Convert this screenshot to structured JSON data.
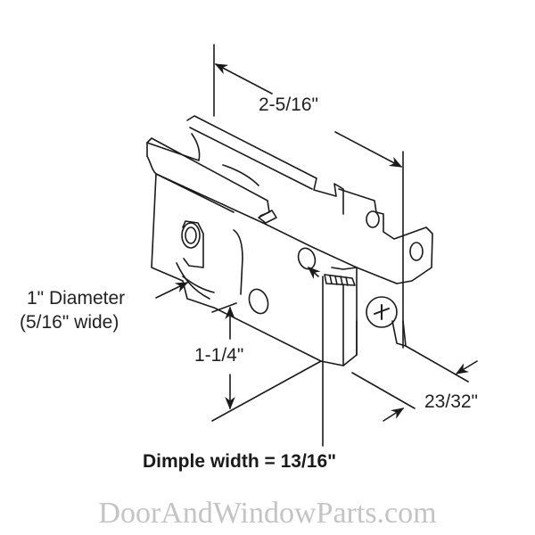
{
  "diagram": {
    "subject": "sliding door roller assembly",
    "dimensions": {
      "length": "2-5/16\"",
      "height": "1-1/4\"",
      "width": "23/32\""
    },
    "callout": {
      "line1": "1\" Diameter",
      "line2": "(5/16\" wide)"
    },
    "note": "Dimple width = 13/16\"",
    "watermark": "DoorAndWindowParts.com",
    "colors": {
      "line": "#1a1a1a",
      "background": "#ffffff",
      "watermark": "#c4c4c4"
    }
  }
}
